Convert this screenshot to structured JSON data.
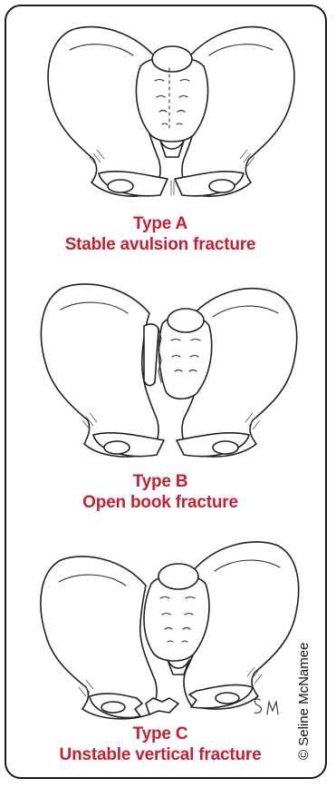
{
  "colors": {
    "caption": "#c8202f",
    "border": "#1a1a1a"
  },
  "panels": [
    {
      "type_label": "Type A",
      "description": "Stable avulsion fracture",
      "illustration": "pelvis-intact-icon"
    },
    {
      "type_label": "Type B",
      "description": "Open book fracture",
      "illustration": "pelvis-open-book-icon"
    },
    {
      "type_label": "Type C",
      "description": "Unstable vertical fracture",
      "illustration": "pelvis-vertical-shear-icon"
    }
  ],
  "credit": "© Seline McNamee",
  "signature": "SM"
}
